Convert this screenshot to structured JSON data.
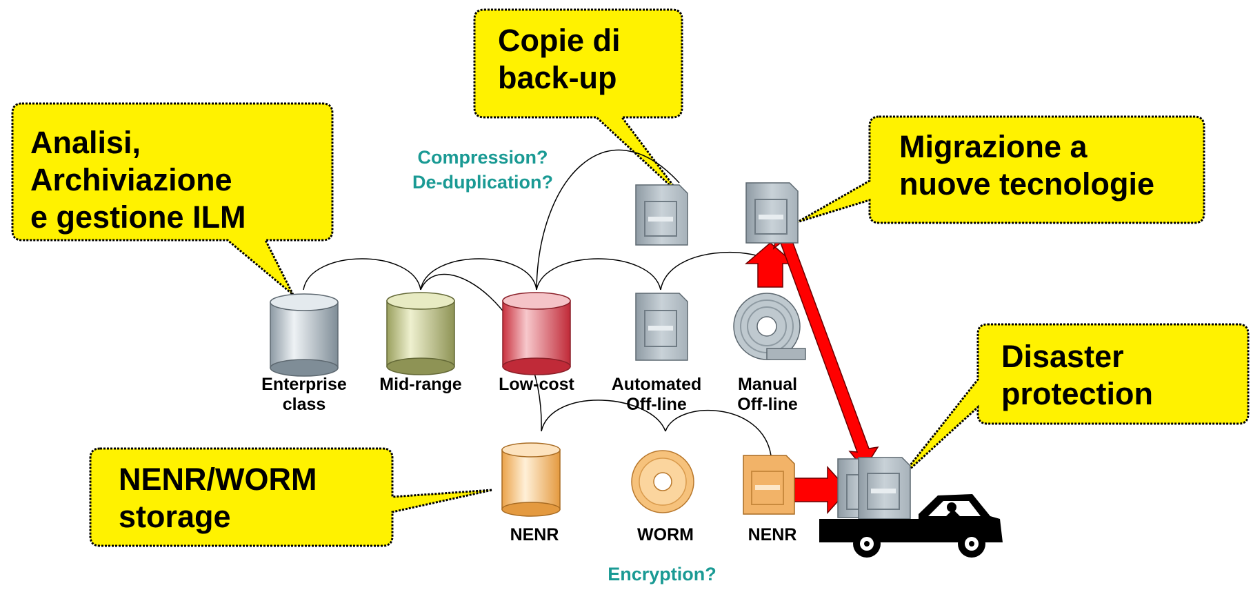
{
  "colors": {
    "callout_fill": "#fff200",
    "question_text": "#1a9a94",
    "arrow": "#ff0000",
    "enterprise": "#b7c3cc",
    "midrange": "#c2c78e",
    "lowcost": "#e5707a",
    "nenr": "#f7c98a"
  },
  "callouts": {
    "analisi": {
      "lines": [
        "Analisi,",
        "Archiviazione",
        "e gestione ILM"
      ]
    },
    "copie": {
      "lines": [
        "Copie di",
        "back-up"
      ]
    },
    "migrazione": {
      "lines": [
        "Migrazione a",
        "nuove tecnologie"
      ]
    },
    "disaster": {
      "lines": [
        "Disaster",
        "protection"
      ]
    },
    "nenr_worm": {
      "lines": [
        "NENR/WORM",
        "storage"
      ]
    }
  },
  "questions": {
    "compression": "Compression?",
    "deduplication": "De-duplication?",
    "encryption": "Encryption?"
  },
  "storage": {
    "enterprise": {
      "lines": [
        "Enterprise",
        "class"
      ],
      "icon": "cylinder-disk-icon"
    },
    "midrange": {
      "lines": [
        "Mid-range"
      ],
      "icon": "cylinder-disk-icon"
    },
    "lowcost": {
      "lines": [
        "Low-cost"
      ],
      "icon": "cylinder-disk-icon"
    },
    "automated": {
      "lines": [
        "Automated",
        "Off-line"
      ],
      "icon": "tape-cartridge-icon"
    },
    "manual": {
      "lines": [
        "Manual",
        "Off-line"
      ],
      "icon": "tape-reel-icon"
    },
    "nenr1": {
      "lines": [
        "NENR"
      ],
      "icon": "cylinder-disk-icon"
    },
    "worm": {
      "lines": [
        "WORM"
      ],
      "icon": "optical-disc-icon"
    },
    "nenr2": {
      "lines": [
        "NENR"
      ],
      "icon": "cartridge-icon"
    }
  }
}
